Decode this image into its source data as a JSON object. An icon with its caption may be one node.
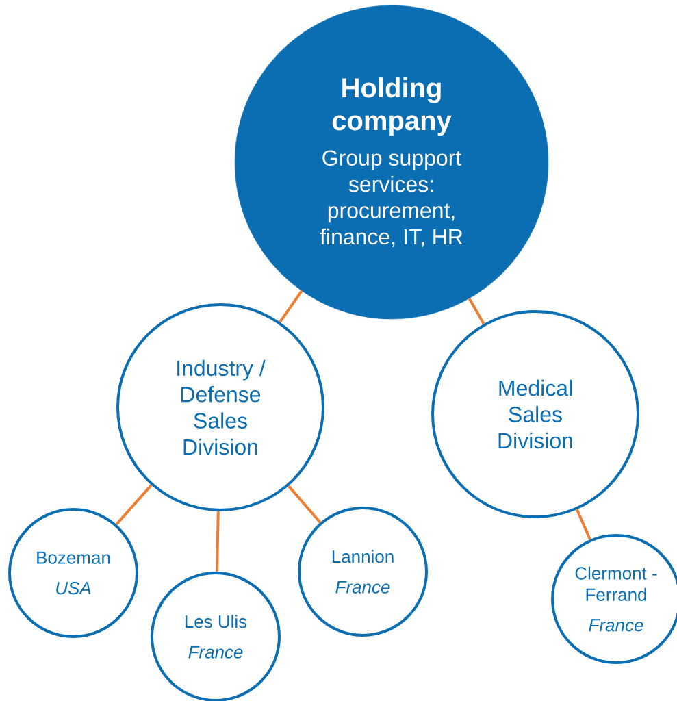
{
  "diagram": {
    "nodes": [
      {
        "text": [
          "Holding company",
          "Group support services: procurement, finance, IT, HR"
        ]
      },
      {
        "text": [
          "Industry / Defense Sales Division"
        ]
      },
      {
        "text": [
          "Medical Sales Division"
        ]
      },
      {
        "text": [
          "Bozeman",
          "USA"
        ]
      },
      {
        "text": [
          "Les Ulis",
          "France"
        ]
      },
      {
        "text": [
          "Lannion",
          "France"
        ]
      },
      {
        "text": [
          "Clermont - Ferrand",
          "France"
        ]
      }
    ],
    "edges": [
      {
        "from": 0,
        "to": 1,
        "arrow": "none"
      },
      {
        "from": 0,
        "to": 2,
        "arrow": "none"
      },
      {
        "from": 1,
        "to": 3,
        "arrow": "none"
      },
      {
        "from": 1,
        "to": 4,
        "arrow": "none"
      },
      {
        "from": 1,
        "to": 5,
        "arrow": "none"
      },
      {
        "from": 2,
        "to": 6,
        "arrow": "none"
      }
    ]
  }
}
